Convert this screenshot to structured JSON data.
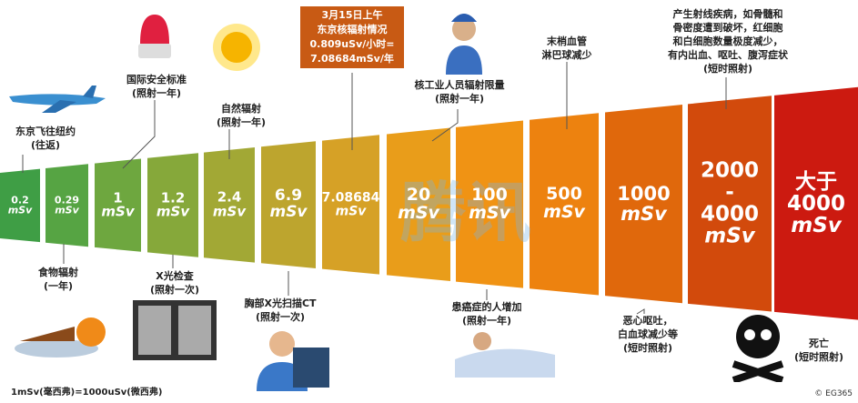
{
  "blocks": [
    {
      "value": "0.2",
      "unit": "mSv",
      "color": "#3f9e45"
    },
    {
      "value": "0.29",
      "unit": "mSv",
      "color": "#56a443"
    },
    {
      "value": "1",
      "unit": "mSv",
      "color": "#6ea73f"
    },
    {
      "value": "1.2",
      "unit": "mSv",
      "color": "#86a83a"
    },
    {
      "value": "2.4",
      "unit": "mSv",
      "color": "#a2a835"
    },
    {
      "value": "6.9",
      "unit": "mSv",
      "color": "#bda52e"
    },
    {
      "value": "7.08684",
      "unit": "mSv",
      "color": "#d6a126"
    },
    {
      "value": "20",
      "unit": "mSv",
      "color": "#e99d1a"
    },
    {
      "value": "100",
      "unit": "mSv",
      "color": "#f09314"
    },
    {
      "value": "500",
      "unit": "mSv",
      "color": "#ed820f"
    },
    {
      "value": "1000",
      "unit": "mSv",
      "color": "#e0680c"
    },
    {
      "value": "2000\n-\n4000",
      "unit": "mSv",
      "color": "#d24a0c"
    },
    {
      "value": "大于\n4000",
      "unit": "mSv",
      "color": "#cc1a10"
    }
  ],
  "top_labels": {
    "flight": "东京飞往纽约\n(往返)",
    "intl_standard": "国际安全标准\n(照射一年)",
    "natural": "自然辐射\n(照射一年)",
    "tokyo_box": "3月15日上午\n东京核辐射情况\n0.809uSv/小时=\n7.08684mSv/年",
    "worker": "核工业人员辐射限量\n(照射一年)",
    "lymph": "末梢血管\n淋巴球减少",
    "disease": "产生射线疾病，如骨髓和\n骨密度遭到破坏，红细胞\n和白细胞数量极度减少，\n有内出血、呕吐、腹泻症状\n(短时照射)"
  },
  "bottom_labels": {
    "food": "食物辐射\n(一年)",
    "xray": "X光检查\n(照射一次)",
    "chest": "胸部X光扫描CT\n(照射一次)",
    "cancer": "患癌症的人增加\n(照射一年)",
    "nausea": "恶心呕吐，\n白血球减少等\n(短时照射)",
    "death": "死亡\n(短时照射)"
  },
  "footnote": "1mSv(毫西弗)=1000uSv(微西弗)",
  "copyright": "© EG365",
  "watermark": "腾讯"
}
